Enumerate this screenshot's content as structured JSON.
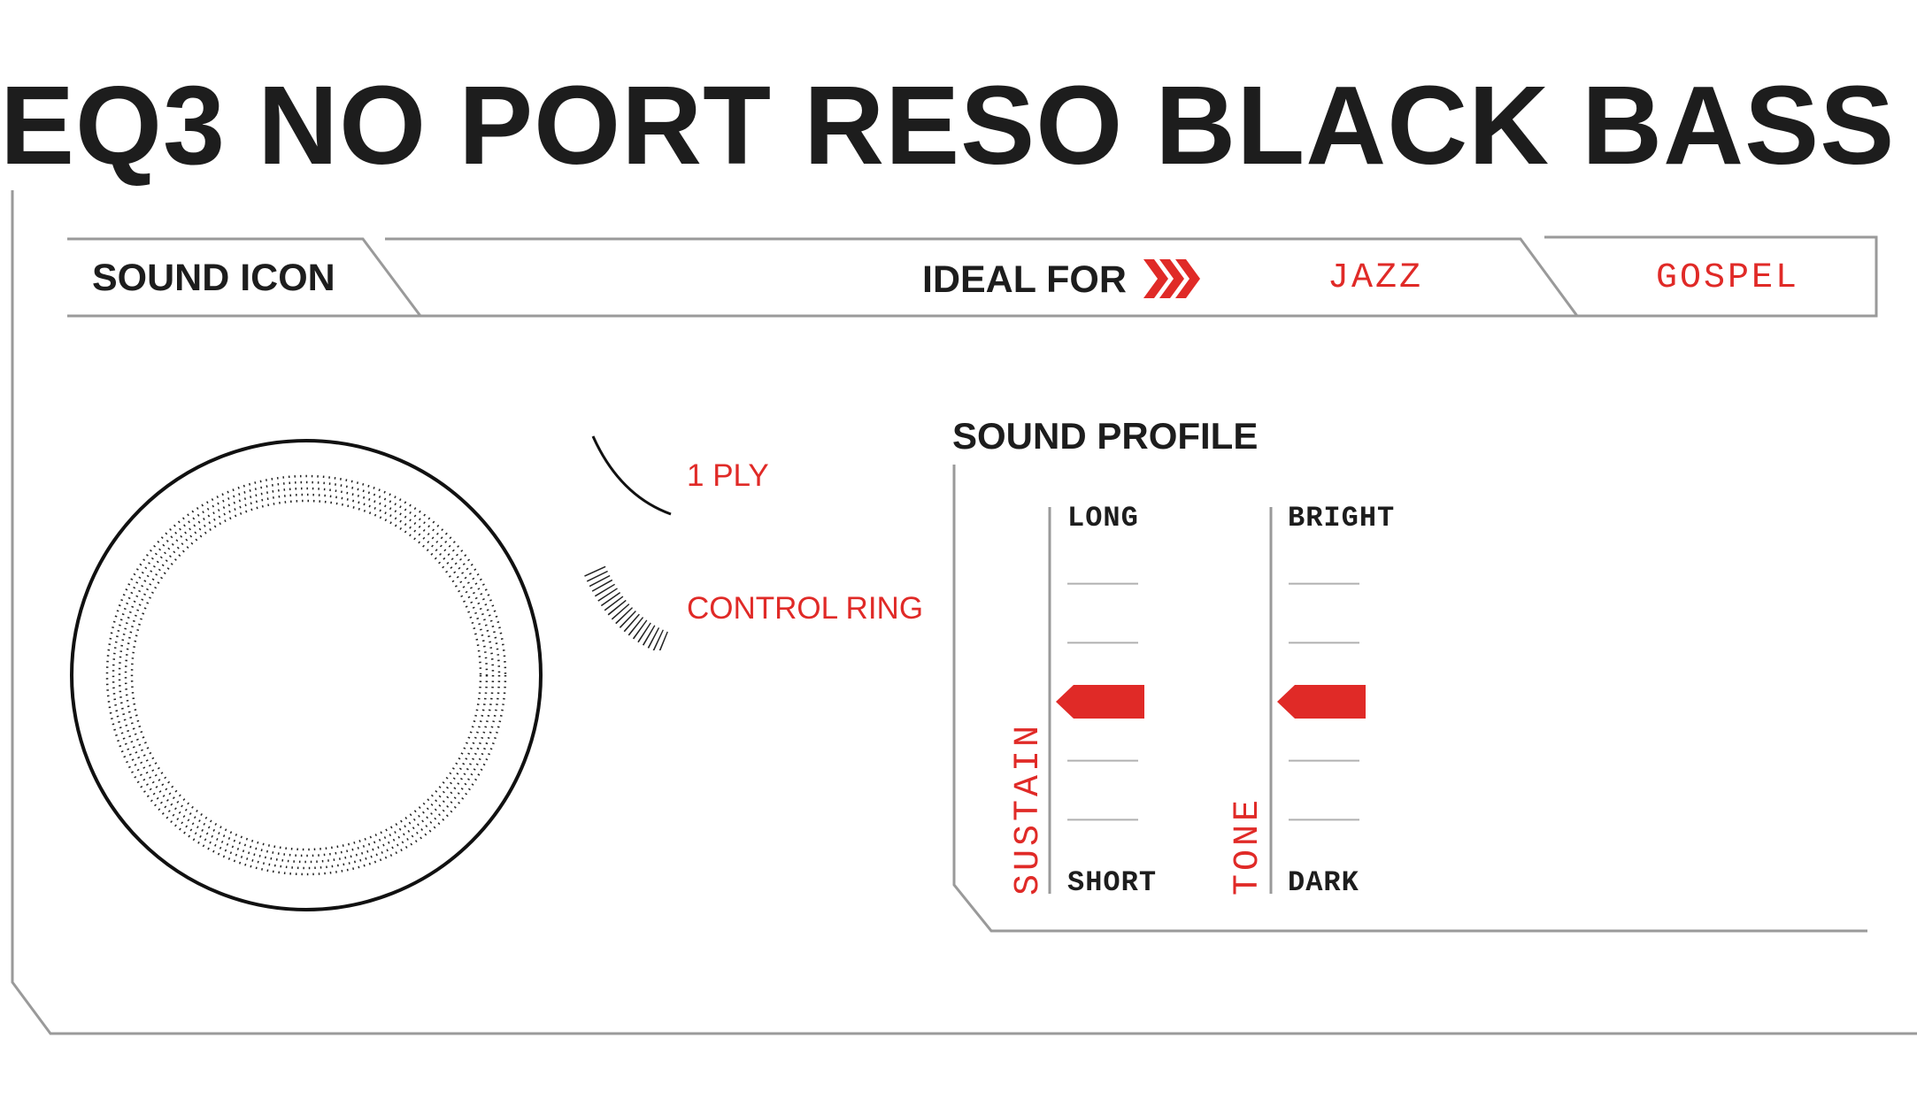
{
  "title": "EQ3 NO PORT RESO BLACK BASS",
  "sound_icon": {
    "heading": "SOUND ICON",
    "labels": {
      "ply": "1 PLY",
      "control_ring": "CONTROL RING"
    }
  },
  "ideal_for": {
    "label": "IDEAL FOR",
    "genres": [
      "JAZZ",
      "GOSPEL"
    ]
  },
  "sound_profile": {
    "heading": "SOUND PROFILE",
    "scales": [
      {
        "name": "SUSTAIN",
        "top": "LONG",
        "bottom": "SHORT",
        "level": 3,
        "steps": 5
      },
      {
        "name": "TONE",
        "top": "BRIGHT",
        "bottom": "DARK",
        "level": 3,
        "steps": 5
      }
    ]
  },
  "colors": {
    "accent": "#e02a27",
    "text": "#1d1d1d",
    "line": "#9a9a9a"
  }
}
